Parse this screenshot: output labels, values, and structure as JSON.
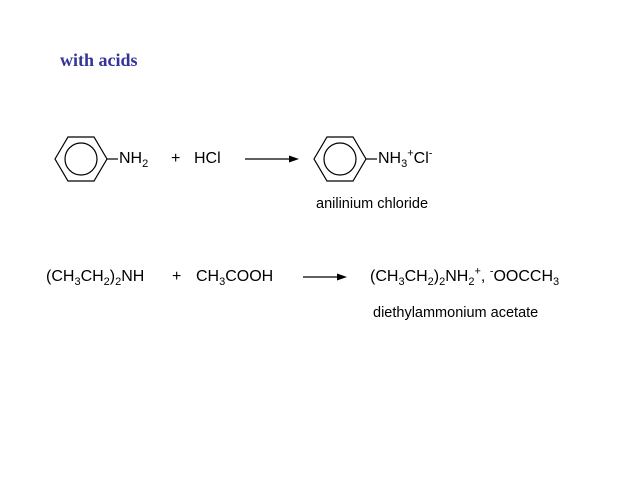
{
  "title": "with acids",
  "reaction1": {
    "reactant_group": {
      "main": "NH",
      "sub": "2"
    },
    "plus": "+",
    "reagent": "HCl",
    "product_group": {
      "a": "NH",
      "a_sub": "3",
      "a_sup": "+",
      "b": "Cl",
      "b_sup": "-"
    },
    "product_name": "anilinium chloride"
  },
  "reaction2": {
    "reactant": {
      "p1": "(CH",
      "s1": "3",
      "p2": "CH",
      "s2": "2",
      "p3": ")",
      "s3": "2",
      "p4": "NH"
    },
    "plus": "+",
    "reagent": {
      "p1": "CH",
      "s1": "3",
      "p2": "COOH"
    },
    "product": {
      "p1": "(CH",
      "s1": "3",
      "p2": "CH",
      "s2": "2",
      "p3": ")",
      "s3": "2",
      "p4": "NH",
      "s4": "2",
      "sup4": "+",
      "p5": ", ",
      "sup5": "-",
      "p6": "OOCCH",
      "s6": "3"
    },
    "product_name": "diethylammonium acetate"
  },
  "colors": {
    "title": "#333399",
    "ink": "#000000"
  }
}
